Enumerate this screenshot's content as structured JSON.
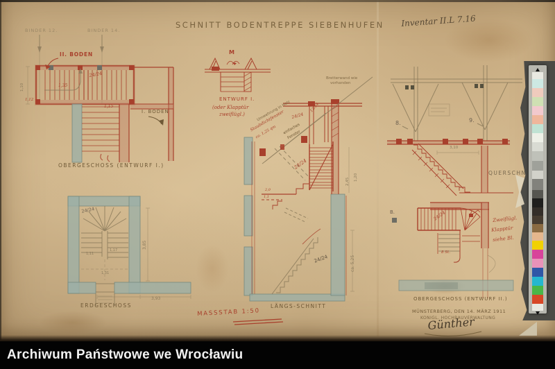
{
  "archive_bar": {
    "label": "Archiwum Państwowe we Wrocławiu"
  },
  "title": "Schnitt Bodentreppe Siebenhufen",
  "inventory_note": "Inventar II.L 7.16",
  "scale_note": "Massstab 1:50",
  "figures": {
    "obergeschoss1": {
      "caption": "Obergeschoss (Entwurf I.)",
      "binder_left": "Binder 12.",
      "binder_right": "Binder 14.",
      "boden2": "II. Boden",
      "boden1": "I. Boden",
      "dim_treads": "24/24",
      "dim_135": "1,35",
      "dim_115": "1,15",
      "dim_110": "1,10",
      "dim_112": "1,12"
    },
    "erdgeschoss": {
      "caption": "Erdgeschoss",
      "dim_treads": "24/24",
      "dim_385": "3,85",
      "dim_393": "3,93",
      "dim_111": "1,11",
      "dim_117": "1,17",
      "dim_131": "1,31"
    },
    "detail_entwurf1": {
      "label_m": "M",
      "line1": "Entwurf I.",
      "line2": "(oder Klapptür",
      "line3": "zweiflügl.)"
    },
    "laengsschnitt": {
      "caption": "Längs-Schnitt",
      "note_bretterwand1": "Bretterwand wie",
      "note_bretterwand2": "vorhanden",
      "note_umwehrung": "Umwehrung in Holz",
      "note_staubdicht": "Staubdichtfenster",
      "note_qm": "ca. 1,25 qm",
      "note_fenster1": "einfaches",
      "note_fenster2": "Fenster",
      "dim_1224": "12/24",
      "dim_2424_red": "24/24",
      "dim_2424_mid": "24/24",
      "dim_2424_pencil": "24/24",
      "dim_245": "2,45",
      "dim_120": "1,20",
      "dim_525": "ca. 5,25",
      "dim_20": "2,0",
      "dim_11": "1,1"
    },
    "querschnitt": {
      "caption": "Querschnitt",
      "binder8": "8.",
      "binder9": "9.",
      "dim_310": "3,10"
    },
    "obergeschoss2": {
      "caption": "Obergeschoss (Entwurf II.)",
      "dim_2424": "24/24",
      "dim_8st": "8 St.",
      "label_b": "B.",
      "note_line1": "Zweiflügl.",
      "note_line2": "Klapptür",
      "note_line3": "siehe Bl.",
      "place_date": "Münsterberg, den 14. März 1911",
      "office": "Königl. Hochbauverwaltung",
      "signature": "Günther"
    }
  },
  "colors": {
    "paper": "#d6bc92",
    "red_ink": "#a8402c",
    "pencil": "#8a7a5c",
    "sepia_ink": "#6f5936",
    "wall_wash": "#9cafa6",
    "scan_background": "#4b4b46",
    "archive_bar": "#030303"
  },
  "color_target": {
    "patches": [
      {
        "h": 10,
        "c": "#e9e9e1"
      },
      {
        "h": 13,
        "c": "#cde9e3"
      },
      {
        "h": 13,
        "c": "#efcbbd"
      },
      {
        "h": 13,
        "c": "#cfe0b3"
      },
      {
        "h": 13,
        "c": "#f2c9cd"
      },
      {
        "h": 13,
        "c": "#efb69b"
      },
      {
        "h": 13,
        "c": "#c0e2d3"
      },
      {
        "h": 13,
        "c": "#eef0e7"
      },
      {
        "h": 13,
        "c": "#d9dbd3"
      },
      {
        "h": 14,
        "c": "#bfc1b9"
      },
      {
        "h": 14,
        "c": "#9fa19a"
      },
      {
        "h": 12,
        "c": "#d2d2ca"
      },
      {
        "h": 16,
        "c": "#82827c"
      },
      {
        "h": 12,
        "c": "#565650"
      },
      {
        "h": 13,
        "c": "#1f1f1d"
      },
      {
        "h": 12,
        "c": "#332e28"
      },
      {
        "h": 12,
        "c": "#463c30"
      },
      {
        "h": 12,
        "c": "#8a6b42"
      },
      {
        "h": 12,
        "c": "#e5b78d"
      },
      {
        "h": 13,
        "c": "#f1d103"
      },
      {
        "h": 13,
        "c": "#d8439a"
      },
      {
        "h": 13,
        "c": "#e892b9"
      },
      {
        "h": 13,
        "c": "#2f57a7"
      },
      {
        "h": 13,
        "c": "#25b7cf"
      },
      {
        "h": 13,
        "c": "#49b748"
      },
      {
        "h": 13,
        "c": "#d74827"
      },
      {
        "h": 10,
        "c": "#e9e9e1"
      }
    ]
  }
}
